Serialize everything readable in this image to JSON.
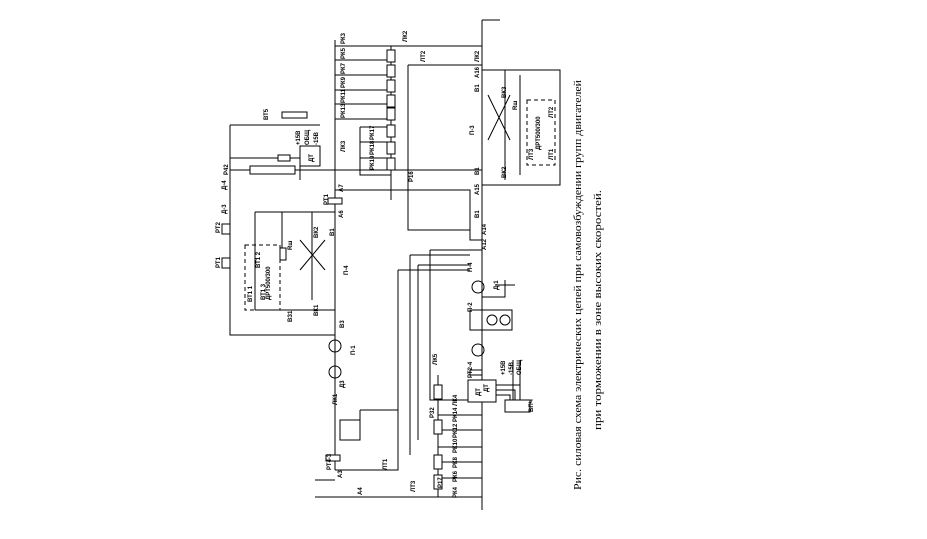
{
  "caption": {
    "line1": "Рис.   силовая схема электрических цепей при самовозбуждении групп двигателей",
    "line2": "при торможении в зоне высоких скоростей."
  },
  "labels": [
    "ЛК2",
    "РК3",
    "РК5",
    "РК7",
    "РК9",
    "РК11",
    "РК13",
    "ЛК3",
    "РК17",
    "РК18",
    "РК19",
    "ЛТ2",
    "Р16",
    "ЛК2",
    "А16",
    "В1",
    "ВК3",
    "П-3",
    "Rш",
    "ДРТ500/300",
    "ЛТ2",
    "ЛТ3",
    "ЛТ1",
    "В1",
    "ВК2",
    "А15",
    "ВТ5",
    "+15В",
    "ОБЩ",
    "-15В",
    "ДТ",
    "Р42",
    "Д-4",
    "Д-3",
    "РТ2",
    "РТ1",
    "Rш",
    "ВТ1 2",
    "ДРТ500/300",
    "ВТ1 3",
    "ВТ1 1",
    "ВК2",
    "ВК1",
    "ВЗ1",
    "В1",
    "А6",
    "А7",
    "РТ1",
    "П-4",
    "В3",
    "П-1",
    "Д3",
    "ЛК1",
    "А4",
    "ЛТ3",
    "Р17",
    "Р32",
    "ЛТ1",
    "РТ4-3",
    "А3",
    "ЛК4",
    "РК14",
    "РК12",
    "РК10",
    "РК8",
    "РК6",
    "РК4",
    "РТ2-4",
    "ДТ",
    "+15В",
    "-15В",
    "ОБЩ",
    "ВПЧ",
    "ЛК5",
    "П-2",
    "Д-1",
    "П-4",
    "А14",
    "А12",
    "В1",
    "ДТ"
  ]
}
